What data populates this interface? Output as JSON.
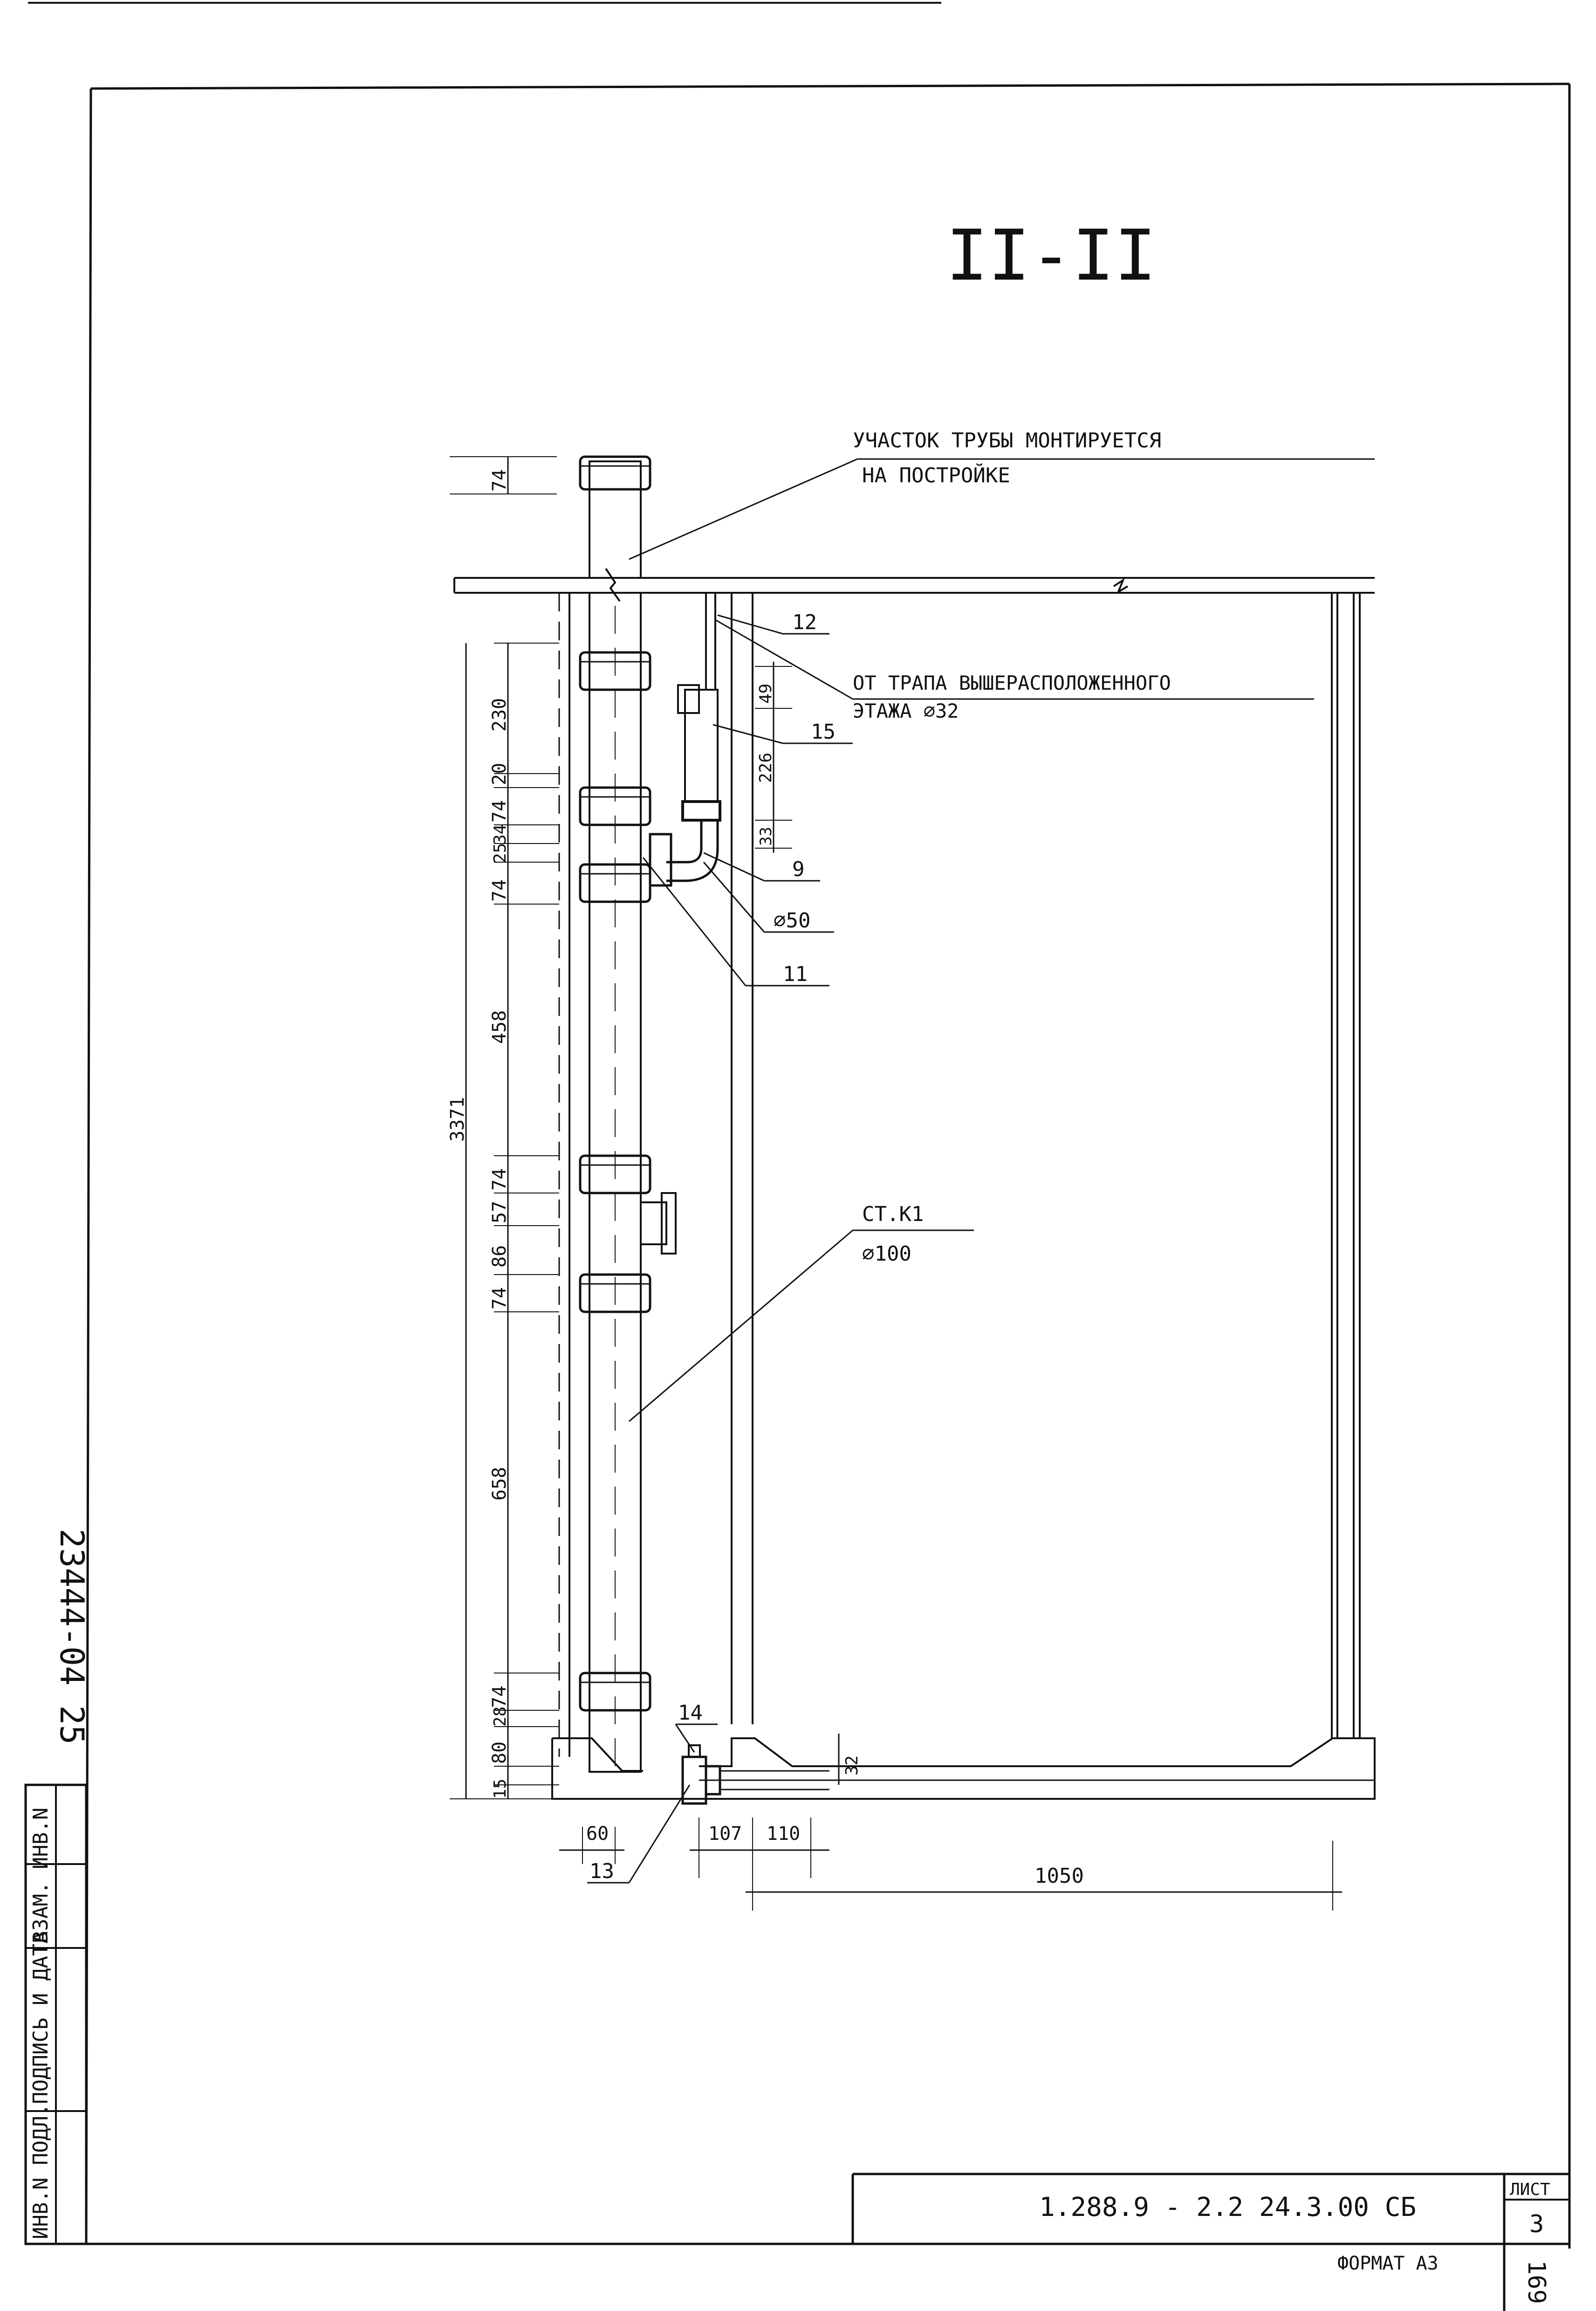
{
  "section_title": "II-II",
  "callouts": {
    "pipe_note_line1": "УЧАСТОК  ТРУБЫ  МОНТИРУЕТСЯ",
    "pipe_note_line2": "НА  ПОСТРОЙКЕ",
    "drain_line1": "ОТ ТРАПА  ВЫШЕРАСПОЛОЖЕННОГО",
    "drain_line2": "ЭТАЖА  ⌀32",
    "riser_name": "СТ.К1",
    "riser_dia": "⌀100",
    "branch_dia": "⌀50"
  },
  "position_numbers": {
    "p12": "12",
    "p15": "15",
    "p9": "9",
    "p11": "11",
    "p14": "14",
    "p13": "13"
  },
  "dimensions": {
    "d74_top": "74",
    "d230": "230",
    "d20": "20",
    "d74_a": "74",
    "d34": "34",
    "d25": "25",
    "d74_b": "74",
    "d458": "458",
    "d3371": "3371",
    "d74_c": "74",
    "d57": "57",
    "d86": "86",
    "d74_d": "74",
    "d658": "658",
    "d74_e": "74",
    "d28": "28",
    "d80": "80",
    "d15": "15",
    "d49": "49",
    "d226": "226",
    "d33": "33",
    "d32": "32",
    "d60": "60",
    "d107": "107",
    "d110": "110",
    "d1050": "1050"
  },
  "side_stamp": {
    "number": "23444-04 25",
    "col1": "ИНВ.N ПОДЛ.",
    "col2": "ПОДПИСЬ И ДАТА",
    "col3": "ВЗАМ. ИНВ.N"
  },
  "title_block": {
    "doc_code": "1.288.9 - 2.2  24.3.00 СБ",
    "sheet_label": "ЛИСТ",
    "sheet_number": "3",
    "format": "ФОРМАТ А3",
    "page_number": "169"
  }
}
